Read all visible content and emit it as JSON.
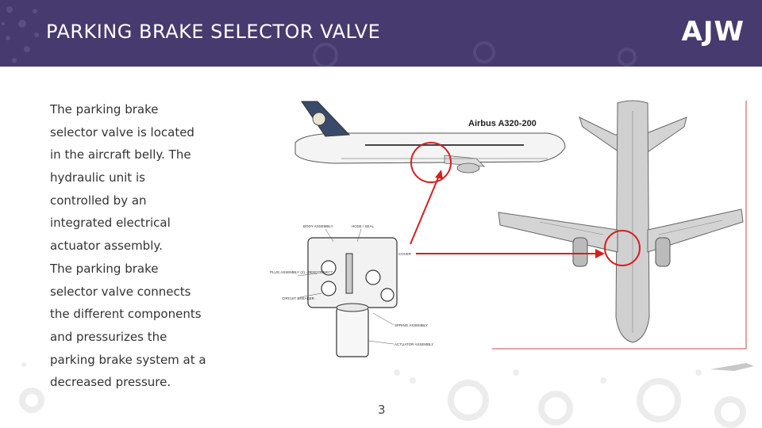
{
  "slide": {
    "title": "PARKING BRAKE SELECTOR VALVE",
    "logo": "AJW",
    "page_number": "3",
    "body_lines": [
      "The parking brake",
      "selector valve is located",
      "in the aircraft belly. The",
      "hydraulic unit  is",
      "controlled by an",
      "integrated electrical",
      "actuator assembly.",
      "The parking brake",
      "selector valve connects",
      "the different components",
      "and  pressurizes the",
      "parking brake system at a",
      "decreased pressure."
    ]
  },
  "figure": {
    "aircraft_label": "Airbus A320-200",
    "callouts": [
      "BODY ASSEMBLY",
      "HOSE / SEAL",
      "PLUG ASSEMBLY (2) - DESCONNECT",
      "CIRCUIT BREAKER",
      "SPRING ASSEMBLY",
      "ACTUATOR ASSEMBLY",
      "COVER"
    ],
    "highlight_color": "#d42020"
  }
}
